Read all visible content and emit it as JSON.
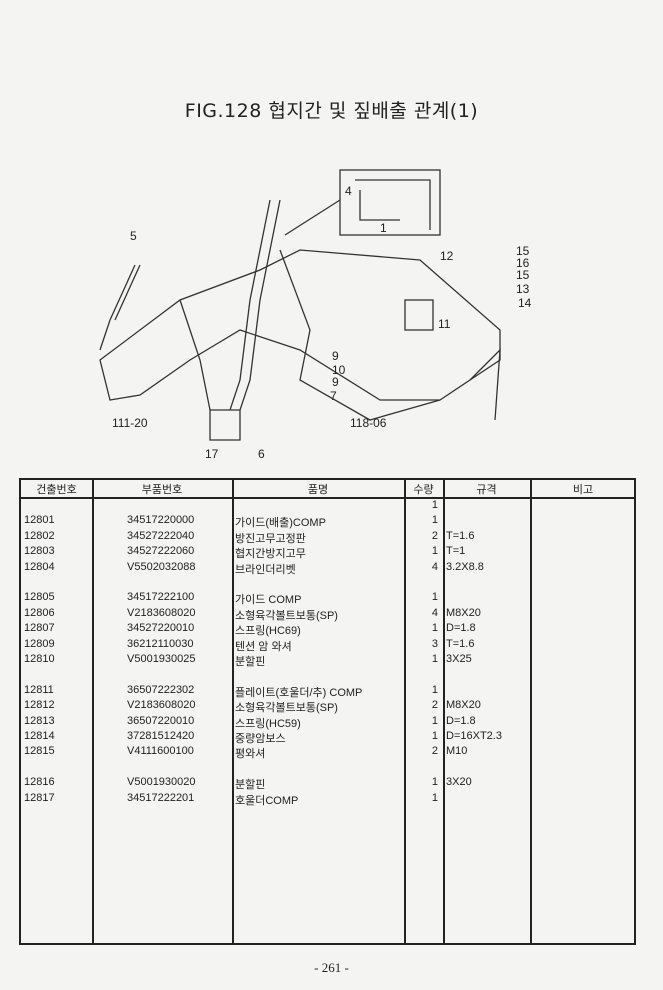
{
  "title": "FIG.128 협지간 및 짚배출 관계(1)",
  "diagram": {
    "callouts": [
      "5",
      "4",
      "1",
      "12",
      "15",
      "16",
      "15",
      "13",
      "14",
      "11",
      "9",
      "10",
      "9",
      "7",
      "111-20",
      "118-06",
      "17",
      "6"
    ]
  },
  "table": {
    "headers": [
      "건출번호",
      "부품번호",
      "품명",
      "수량",
      "규격",
      "비고"
    ],
    "rows": [
      {
        "no": "",
        "part": "",
        "name": "",
        "qty": "1",
        "spec": ""
      },
      {
        "no": "12801",
        "part": "34517220000",
        "name": "가이드(배출)COMP",
        "qty": "1",
        "spec": ""
      },
      {
        "no": "12802",
        "part": "34527222040",
        "name": "방진고무고정판",
        "qty": "2",
        "spec": "T=1.6"
      },
      {
        "no": "12803",
        "part": "34527222060",
        "name": "협지간방지고무",
        "qty": "1",
        "spec": "T=1"
      },
      {
        "no": "12804",
        "part": "V5502032088",
        "name": "브라인더리벳",
        "qty": "4",
        "spec": "3.2X8.8"
      },
      {
        "no": "",
        "part": "",
        "name": "",
        "qty": "",
        "spec": ""
      },
      {
        "no": "12805",
        "part": "34517222100",
        "name": "가이드  COMP",
        "qty": "1",
        "spec": ""
      },
      {
        "no": "12806",
        "part": "V2183608020",
        "name": "소형육각볼트보통(SP)",
        "qty": "4",
        "spec": "M8X20"
      },
      {
        "no": "12807",
        "part": "34527220010",
        "name": "스프링(HC69)",
        "qty": "1",
        "spec": "D=1.8"
      },
      {
        "no": "12809",
        "part": "36212110030",
        "name": "텐션 암 와셔",
        "qty": "3",
        "spec": "T=1.6"
      },
      {
        "no": "12810",
        "part": "V5001930025",
        "name": "분할핀",
        "qty": "1",
        "spec": "3X25"
      },
      {
        "no": "",
        "part": "",
        "name": "",
        "qty": "",
        "spec": ""
      },
      {
        "no": "12811",
        "part": "36507222302",
        "name": "플레이트(호울더/추)  COMP",
        "qty": "1",
        "spec": ""
      },
      {
        "no": "12812",
        "part": "V2183608020",
        "name": "소형육각볼트보통(SP)",
        "qty": "2",
        "spec": "M8X20"
      },
      {
        "no": "12813",
        "part": "36507220010",
        "name": "스프링(HC59)",
        "qty": "1",
        "spec": "D=1.8"
      },
      {
        "no": "12814",
        "part": "37281512420",
        "name": "중량암보스",
        "qty": "1",
        "spec": "D=16XT2.3"
      },
      {
        "no": "12815",
        "part": "V4111600100",
        "name": "평와셔",
        "qty": "2",
        "spec": "M10"
      },
      {
        "no": "",
        "part": "",
        "name": "",
        "qty": "",
        "spec": ""
      },
      {
        "no": "12816",
        "part": "V5001930020",
        "name": "분할핀",
        "qty": "1",
        "spec": "3X20"
      },
      {
        "no": "12817",
        "part": "34517222201",
        "name": "호울더COMP",
        "qty": "1",
        "spec": ""
      }
    ]
  },
  "page_number": "- 261 -"
}
